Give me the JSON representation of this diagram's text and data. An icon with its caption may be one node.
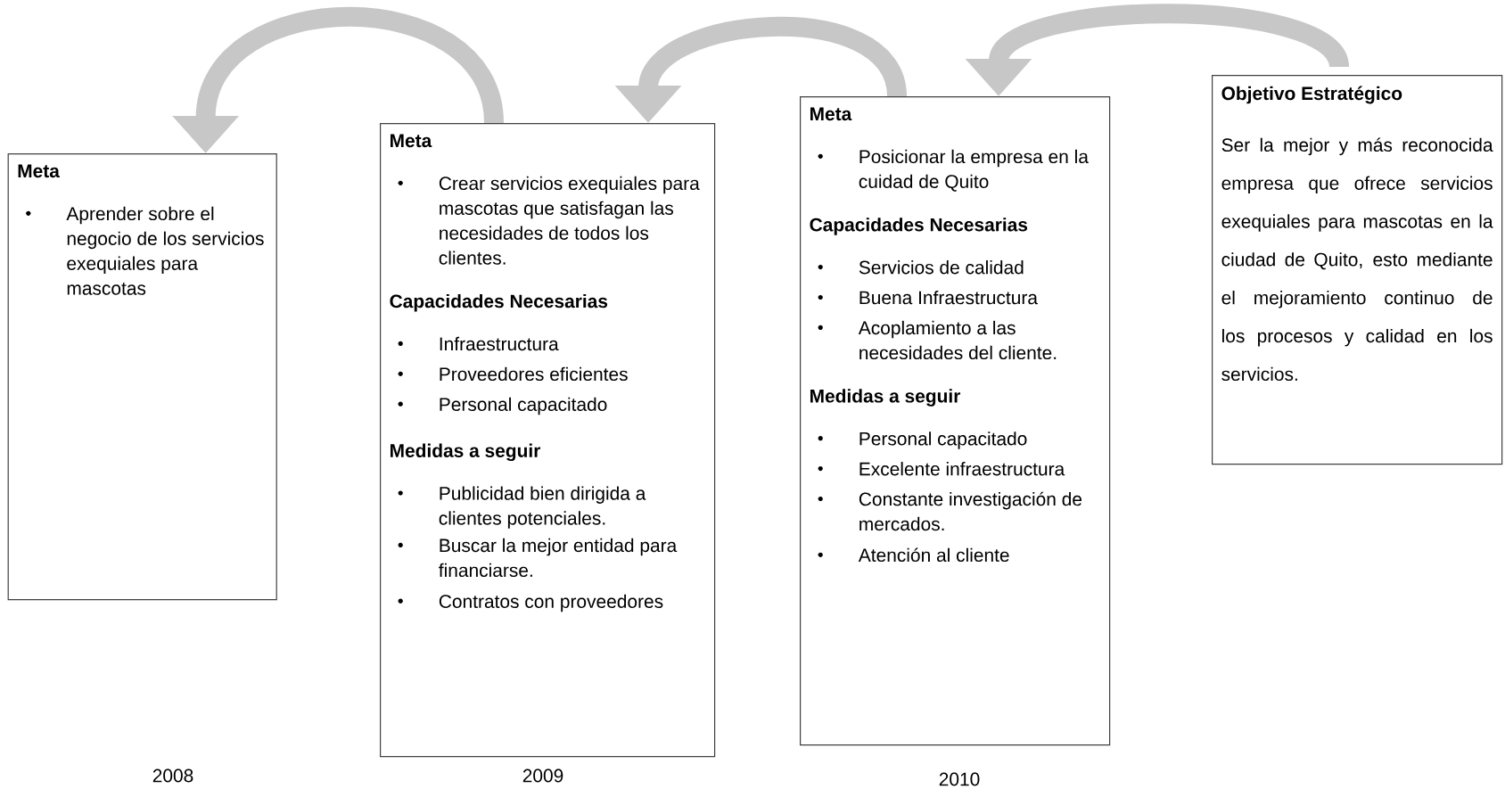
{
  "diagram": {
    "nodes": [
      {
        "text": [
          "Meta",
          "Aprender sobre el negocio de los servicios exequiales para mascotas"
        ]
      },
      {
        "text": [
          "Meta",
          "Crear servicios exequiales para mascotas que satisfagan las necesidades de todos los clientes.",
          "Capacidades Necesarias",
          "Infraestructura",
          "Proveedores eficientes",
          "Personal capacitado",
          "Medidas a seguir",
          "Publicidad bien dirigida a clientes potenciales.",
          "Buscar la mejor entidad para financiarse.",
          "Contratos con proveedores"
        ]
      },
      {
        "text": [
          "Meta",
          "Posicionar la empresa en la cuidad de Quito",
          "Capacidades Necesarias",
          "Servicios de calidad",
          "Buena Infraestructura",
          "Acoplamiento a las necesidades del cliente.",
          "Medidas a seguir",
          "Personal capacitado",
          "Excelente infraestructura",
          "Constante investigación de mercados.",
          "Atención al cliente"
        ]
      },
      {
        "text": [
          "Objetivo Estratégico",
          "Ser la mejor y más reconocida empresa que ofrece servicios exequiales para mascotas en la ciudad de Quito, esto mediante el mejoramiento continuo de los procesos y calidad en los servicios."
        ]
      }
    ],
    "edges": [
      {
        "from": 1,
        "to": 0,
        "arrow": "to"
      },
      {
        "from": 2,
        "to": 1,
        "arrow": "to"
      },
      {
        "from": 3,
        "to": 2,
        "arrow": "to"
      }
    ],
    "labels": [
      "2008",
      "2009",
      "2010"
    ]
  }
}
